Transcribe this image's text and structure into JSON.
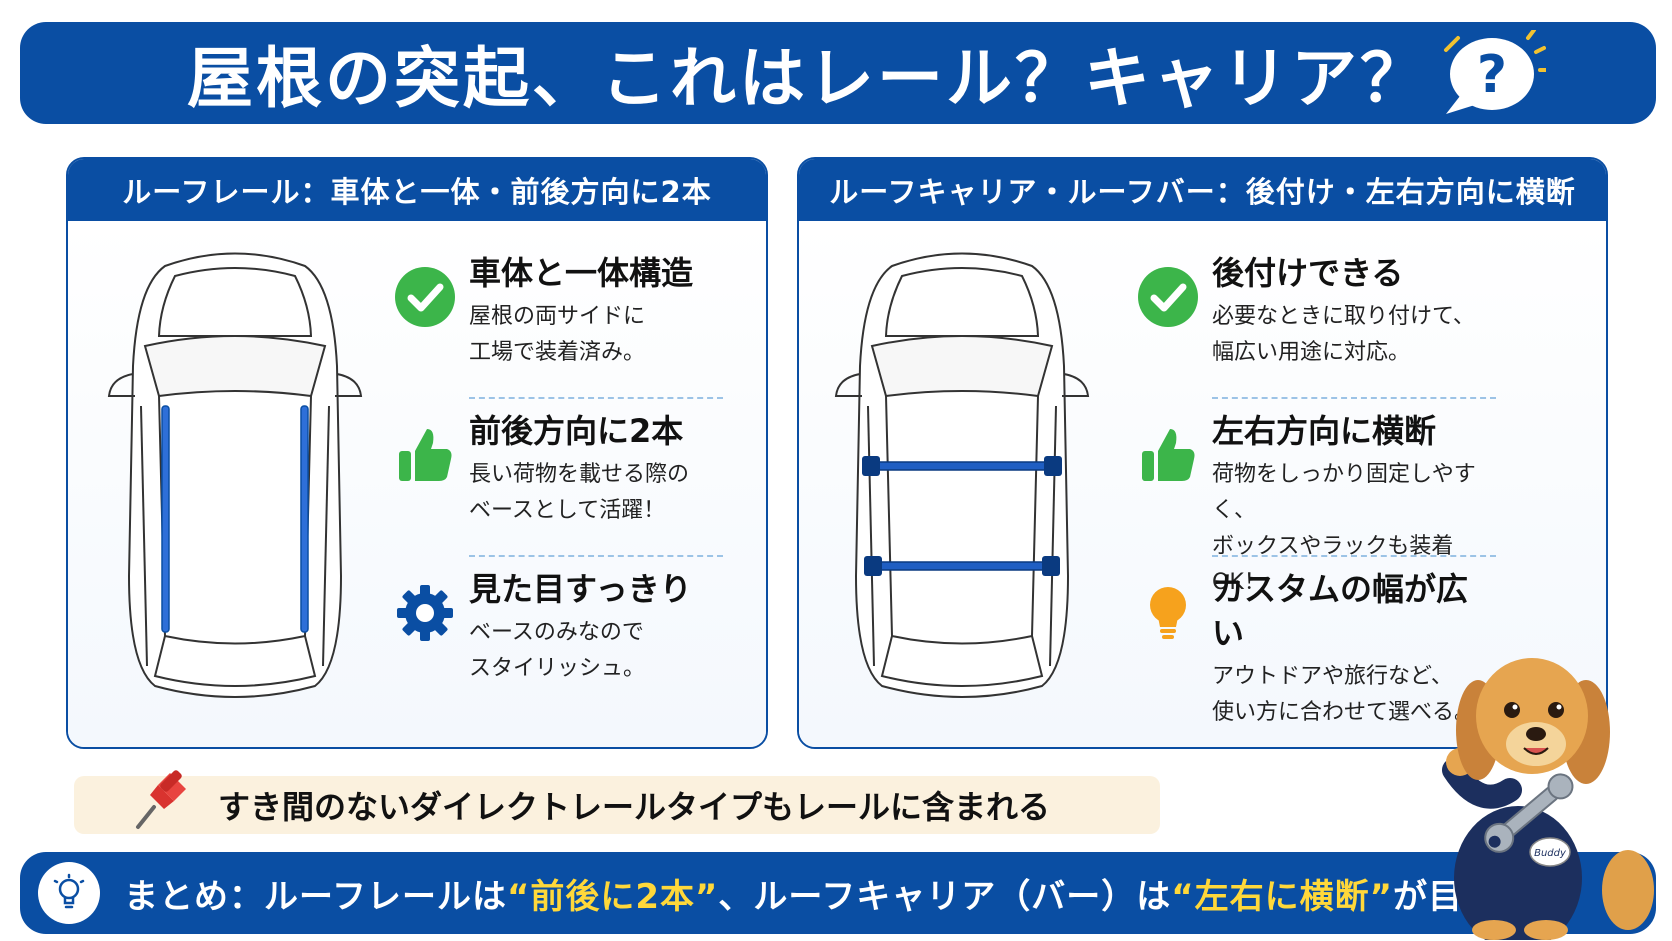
{
  "title": "屋根の突起、これはレール？キャリア？",
  "colors": {
    "primary": "#0a4ea3",
    "accent_yellow": "#ffd83a",
    "rail_blue": "#2e6fd8",
    "check_green": "#3cb54a",
    "bulb_orange": "#f6a21d",
    "note_bg": "#fbf1de"
  },
  "left_panel": {
    "header": "ルーフレール：車体と一体・前後方向に2本",
    "features": [
      {
        "icon": "check-icon",
        "title": "車体と一体構造",
        "line1": "屋根の両サイドに",
        "line2": "工場で装着済み。"
      },
      {
        "icon": "thumbs-up-icon",
        "title": "前後方向に2本",
        "line1": "長い荷物を載せる際の",
        "line2": "ベースとして活躍！"
      },
      {
        "icon": "gear-icon",
        "title": "見た目すっきり",
        "line1": "ベースのみなので",
        "line2": "スタイリッシュ。"
      }
    ]
  },
  "right_panel": {
    "header": "ルーフキャリア・ルーフバー：後付け・左右方向に横断",
    "features": [
      {
        "icon": "check-icon",
        "title": "後付けできる",
        "line1": "必要なときに取り付けて、",
        "line2": "幅広い用途に対応。"
      },
      {
        "icon": "thumbs-up-icon",
        "title": "左右方向に横断",
        "line1": "荷物をしっかり固定しやすく、",
        "line2": "ボックスやラックも装着OK！"
      },
      {
        "icon": "lightbulb-icon",
        "title": "カスタムの幅が広い",
        "line1": "アウトドアや旅行など、",
        "line2": "使い方に合わせて選べる。"
      }
    ]
  },
  "note": "すき間のないダイレクトレールタイプもレールに含まれる",
  "summary": {
    "prefix": "まとめ：ルーフレールは",
    "highlight1": "“前後に2本”",
    "middle": "、ルーフキャリア（バー）は",
    "highlight2": "“左右に横断”",
    "suffix": "が目印！"
  },
  "mascot_badge": "Buddy"
}
